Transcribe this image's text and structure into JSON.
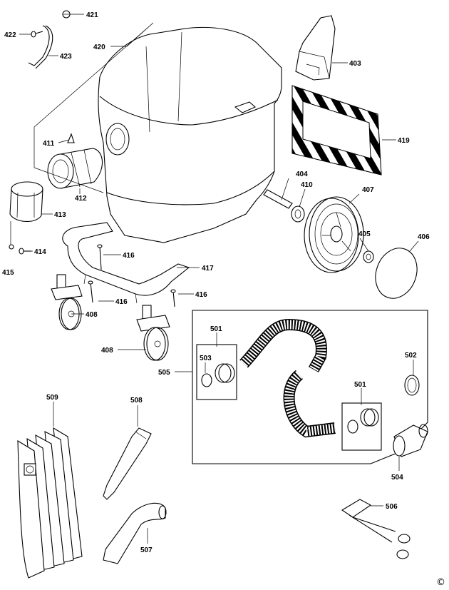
{
  "diagram": {
    "copyright_symbol": "©",
    "part_labels": {
      "p421": "421",
      "p422": "422",
      "p423": "423",
      "p420": "420",
      "p403": "403",
      "p419": "419",
      "p411": "411",
      "p412": "412",
      "p413": "413",
      "p414": "414",
      "p415": "415",
      "p404": "404",
      "p410": "410",
      "p407": "407",
      "p405": "405",
      "p406": "406",
      "p416a": "416",
      "p416b": "416",
      "p416c": "416",
      "p417": "417",
      "p408a": "408",
      "p408b": "408",
      "p501a": "501",
      "p501b": "501",
      "p502": "502",
      "p503": "503",
      "p504": "504",
      "p505": "505",
      "p506": "506",
      "p507": "507",
      "p508": "508",
      "p509": "509"
    }
  }
}
